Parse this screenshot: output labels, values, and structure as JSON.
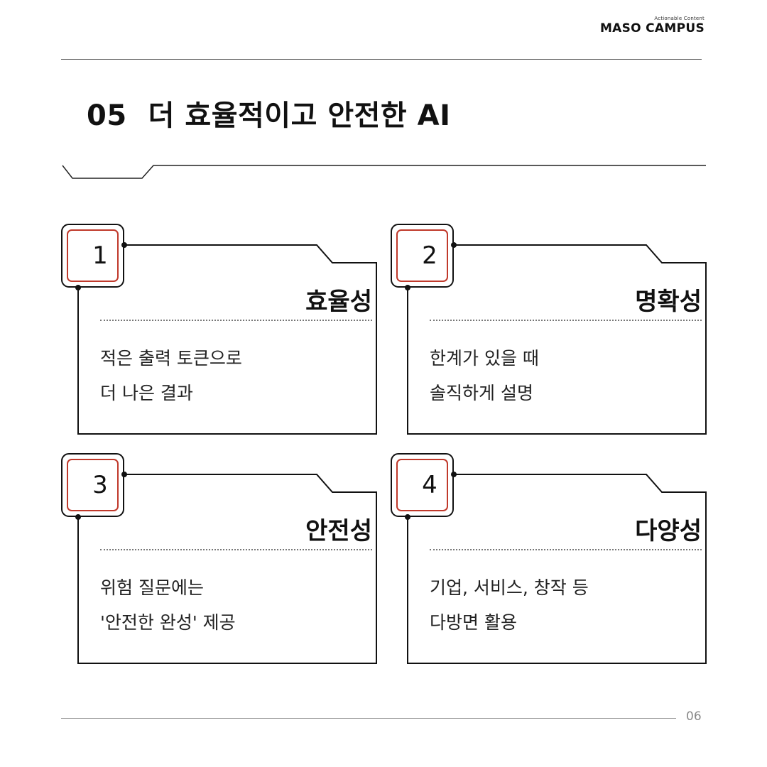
{
  "header": {
    "brand_tagline": "Actionable Content",
    "brand_name": "MASO CAMPUS"
  },
  "title": {
    "number": "05",
    "text": "더 효율적이고 안전한 AI"
  },
  "cards": [
    {
      "number": "1",
      "heading": "효율성",
      "line1": "적은 출력 토큰으로",
      "line2": "더 나은 결과"
    },
    {
      "number": "2",
      "heading": "명확성",
      "line1": "한계가 있을 때",
      "line2": "솔직하게 설명"
    },
    {
      "number": "3",
      "heading": "안전성",
      "line1": "위험 질문에는",
      "line2": "'안전한 완성' 제공"
    },
    {
      "number": "4",
      "heading": "다양성",
      "line1": "기업, 서비스, 창작 등",
      "line2": "다방면 활용"
    }
  ],
  "footer": {
    "page_number": "06"
  },
  "colors": {
    "accent": "#c0392b",
    "line": "#111111",
    "rule": "#555555"
  }
}
